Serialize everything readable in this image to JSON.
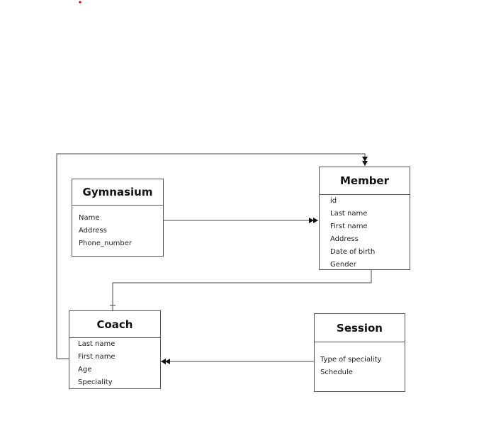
{
  "colors": {
    "border": "#555555",
    "line": "#444444",
    "arrow": "#111111",
    "marker": "#cc0000"
  },
  "entities": {
    "gymnasium": {
      "title": "Gymnasium",
      "attributes": [
        "Name",
        "Address",
        "Phone_number"
      ]
    },
    "member": {
      "title": "Member",
      "attributes": [
        "id",
        "Last name",
        "First name",
        "Address",
        "Date of birth",
        "Gender"
      ]
    },
    "coach": {
      "title": "Coach",
      "attributes": [
        "Last name",
        "First name",
        "Age",
        "Speciality"
      ]
    },
    "session": {
      "title": "Session",
      "attributes": [
        "Type of speciality",
        "Schedule"
      ]
    }
  },
  "relationships": [
    {
      "from": "gymnasium",
      "to": "member",
      "end_marker": "double-arrow"
    },
    {
      "from": "coach",
      "to": "member",
      "end_marker": "double-arrow"
    },
    {
      "from": "member",
      "to": "coach",
      "end_marker": "tick"
    },
    {
      "from": "session",
      "to": "coach",
      "end_marker": "double-arrow"
    }
  ]
}
